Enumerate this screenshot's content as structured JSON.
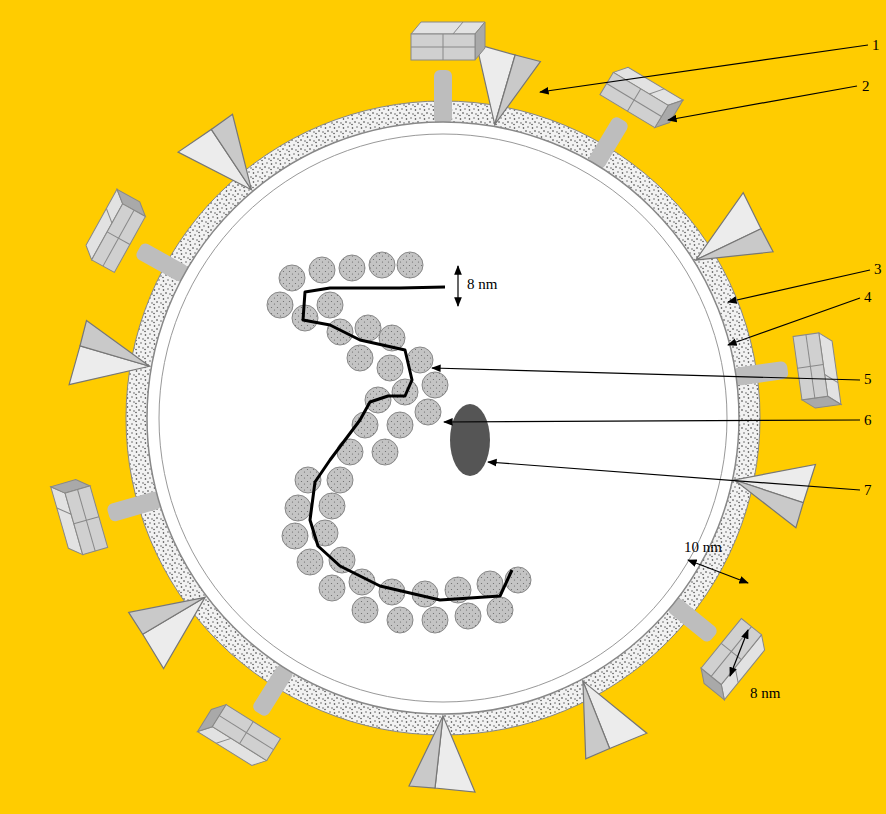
{
  "diagram": {
    "labels": [
      "1",
      "2",
      "3",
      "4",
      "5",
      "6",
      "7",
      "8 nm",
      "10 nm",
      "8 nm"
    ]
  }
}
